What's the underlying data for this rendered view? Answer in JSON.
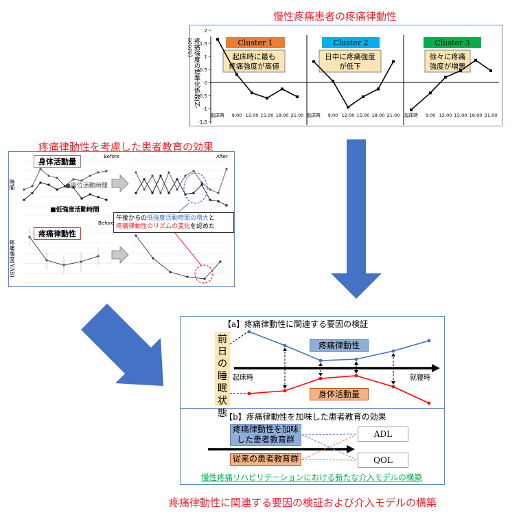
{
  "top_title": "慢性疼痛患者の疼痛律動性",
  "cluster_panel": {
    "ylabel": "疼痛強度の標準化係数(Z-score)",
    "yticks": [
      "2",
      "1.5",
      "1",
      "0.5",
      "0",
      "-0.5",
      "-1",
      "-1.5"
    ],
    "xticks": [
      "起床時",
      "9:00",
      "12:00",
      "15:00",
      "18:00",
      "21:00"
    ],
    "clusters": [
      {
        "name": "Cluster 1",
        "desc": "起床時に最も\n疼痛強度が高値",
        "color": "#ed7d31",
        "values": [
          1.65,
          0.3,
          -0.4,
          -0.6,
          -0.25,
          -0.55
        ]
      },
      {
        "name": "Cluster 2",
        "desc": "日中に疼痛強度\nが低下",
        "color": "#00b0f0",
        "values": [
          0.8,
          0.05,
          -0.95,
          -0.55,
          -0.25,
          0.8
        ]
      },
      {
        "name": "Cluster 3",
        "desc": "徐々に疼痛\n強度が増悪",
        "color": "#00b050",
        "values": [
          -1.05,
          -0.4,
          0.2,
          0.45,
          0.85,
          0.45
        ]
      }
    ]
  },
  "left_title": "疼痛律動性を考慮した患者教育の効果",
  "left_panel": {
    "activity_label": "身体活動量",
    "rhythm_label": "疼痛律動性",
    "sedentary_label": "●座位活動時間",
    "low_intensity_label": "■低強度活動時間",
    "before": "Before",
    "after": "After",
    "time_axis_label": "時間",
    "vas_axis_label": "疼痛強度(VAS)",
    "note_prefix": "午後からの",
    "note_blue": "低強度活動時間の増大",
    "note_mid": "と",
    "note_red": "疼痛律動性のリズムの変化",
    "note_suffix": "を認めた"
  },
  "factor_panel": {
    "a_title": "【a】疼痛律動性に関連する要因の検証",
    "sleep_label": "前日の睡眠状態",
    "wake_label": "起床時",
    "bed_label": "就寝時",
    "pain_label": "疼痛律動性",
    "activity_label": "身体活動量",
    "b_title": "【b】疼痛律動性を加味した患者教育の効果",
    "group1": "疼痛律動性を加味\nした患者教育群",
    "group2": "従来の患者教育群",
    "adl": "ADL",
    "qol": "QOL",
    "green_text": "慢性疼痛リハビリテーションにおける新たな介入モデルの構築"
  },
  "bottom_title": "疼痛律動性に関連する要因の検証および介入モデルの構築",
  "colors": {
    "red": "#e8262b",
    "blue_arrow": "#4472c4",
    "panel_border": "#5b86c4",
    "pain_line": "#4472c4",
    "activity_line": "#ff0000",
    "green": "#00b050"
  }
}
